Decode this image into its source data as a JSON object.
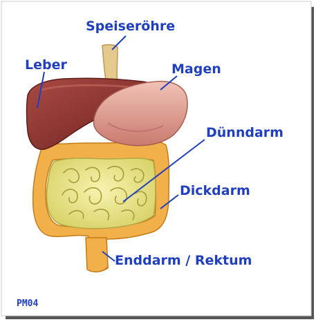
{
  "labels": {
    "esophagus": "Speiseröhre",
    "liver": "Leber",
    "stomach": "Magen",
    "small_intestine": "Dünndarm",
    "large_intestine": "Dickdarm",
    "rectum": "Enddarm / Rektum"
  },
  "signature": "PM04",
  "colors": {
    "label_text": "#1f3fbf",
    "leader_line": "#1f3fbf",
    "liver": "#8b2d2a",
    "stomach": "#e0a093",
    "small_intestine": "#e8e58a",
    "large_intestine": "#f2b04a",
    "esophagus": "#e6c98c"
  }
}
